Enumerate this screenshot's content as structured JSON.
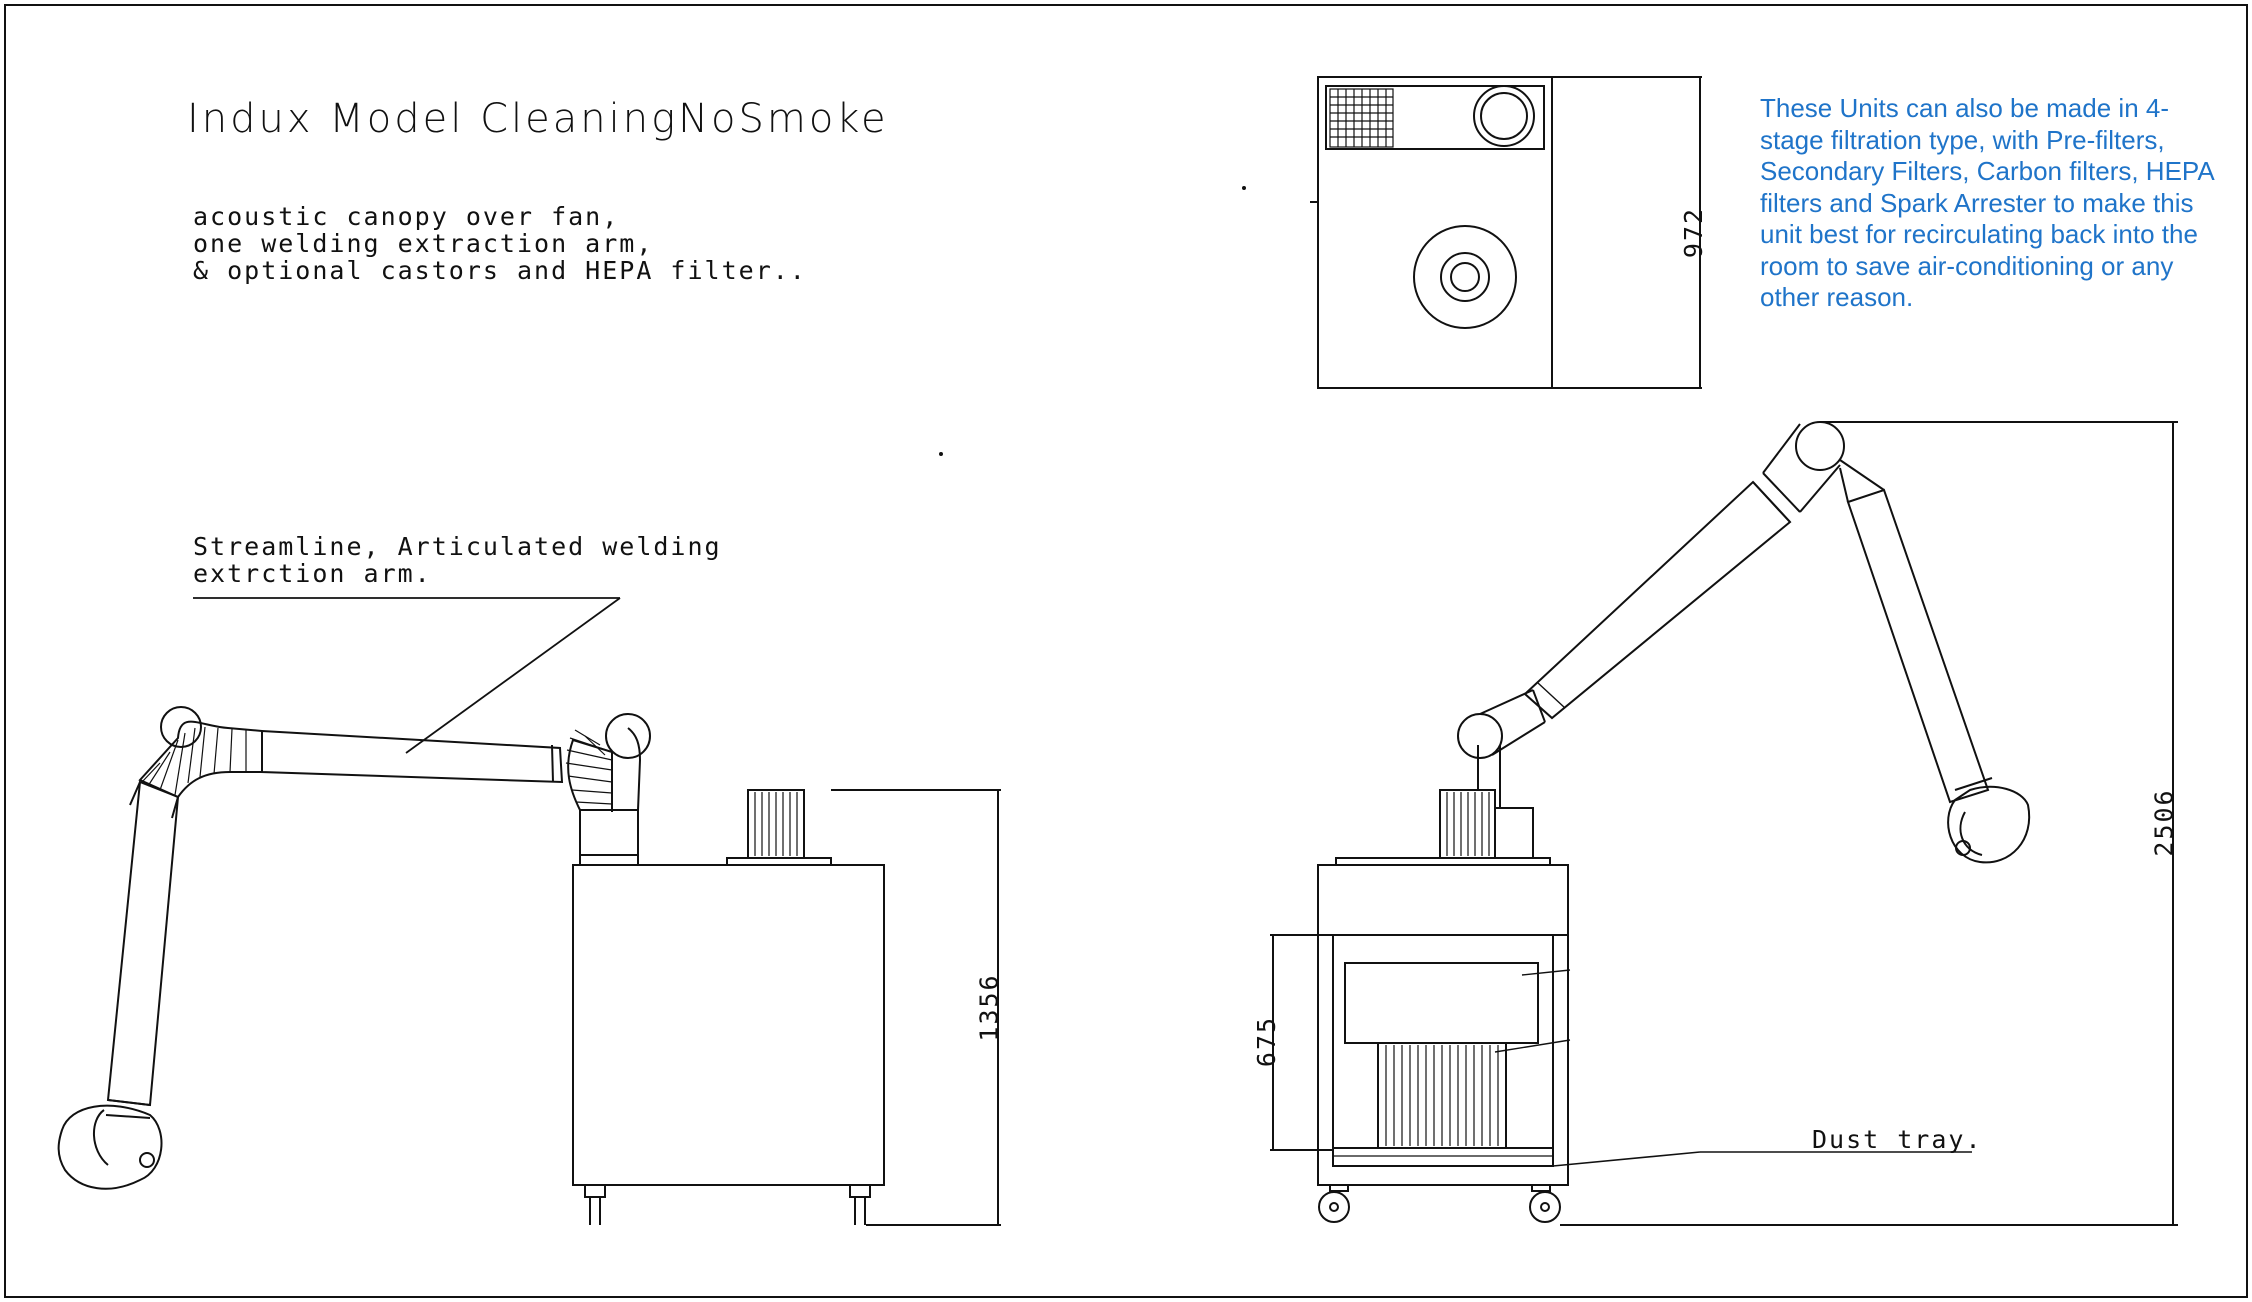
{
  "title": "Indux Model CleaningNoSmoke",
  "description_lines": [
    "acoustic canopy over fan,",
    "one welding extraction arm,",
    "& optional castors and HEPA filter.."
  ],
  "arm_label_lines": [
    "Streamline, Articulated welding",
    "extrction arm."
  ],
  "note": "These Units can also be made in 4-stage filtration type, with Pre-filters, Secondary Filters, Carbon filters, HEPA filters and Spark Arrester to make this unit best for recirculating back into the room to save air-conditioning or any other reason.",
  "dust_tray_label": "Dust tray.",
  "dimensions": {
    "plan_depth": "972",
    "side_height": "1356",
    "front_cabinet_height": "675",
    "overall_height": "2506"
  },
  "colors": {
    "line": "#111111",
    "note_text": "#1f74c9",
    "background": "#ffffff"
  }
}
